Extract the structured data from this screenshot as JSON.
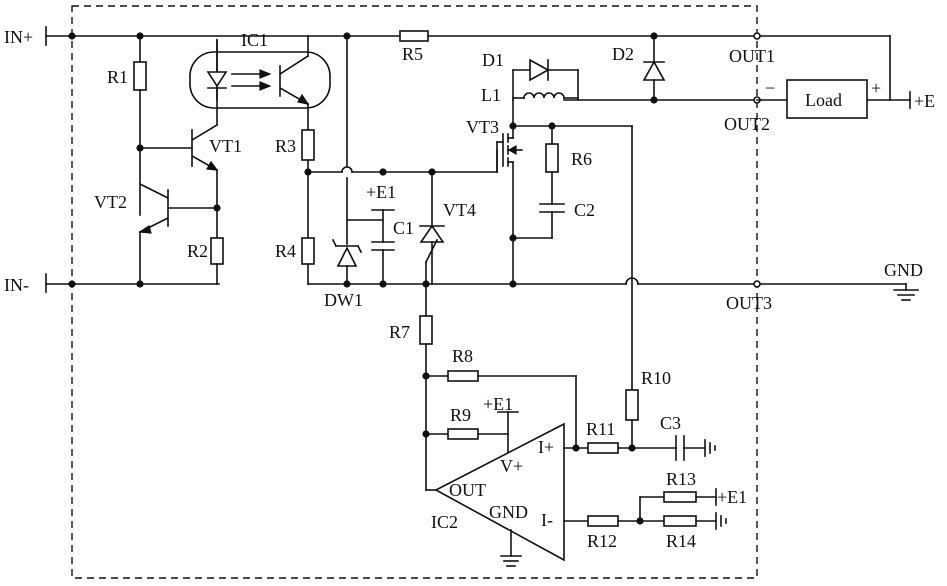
{
  "labels": {
    "in_plus": "IN+",
    "in_minus": "IN-",
    "ic1": "IC1",
    "r1": "R1",
    "r2": "R2",
    "r3": "R3",
    "r4": "R4",
    "r5": "R5",
    "r6": "R6",
    "r7": "R7",
    "r8": "R8",
    "r9": "R9",
    "r10": "R10",
    "r11": "R11",
    "r12": "R12",
    "r13": "R13",
    "r14": "R14",
    "vt1": "VT1",
    "vt2": "VT2",
    "vt3": "VT3",
    "vt4": "VT4",
    "d1": "D1",
    "d2": "D2",
    "l1": "L1",
    "c1": "C1",
    "c2": "C2",
    "c3": "C3",
    "dw1": "DW1",
    "e1_top": "+E1",
    "e1_opamp": "+E1",
    "e1_r13": "+E1",
    "out1": "OUT1",
    "out2": "OUT2",
    "out3": "OUT3",
    "load": "Load",
    "load_minus": "−",
    "load_plus": "+",
    "plus_e": "+E",
    "gnd": "GND",
    "ic2": "IC2",
    "pin_v_plus": "V+",
    "pin_out": "OUT",
    "pin_gnd": "GND",
    "pin_i_plus": "I+",
    "pin_i_minus": "I-"
  }
}
